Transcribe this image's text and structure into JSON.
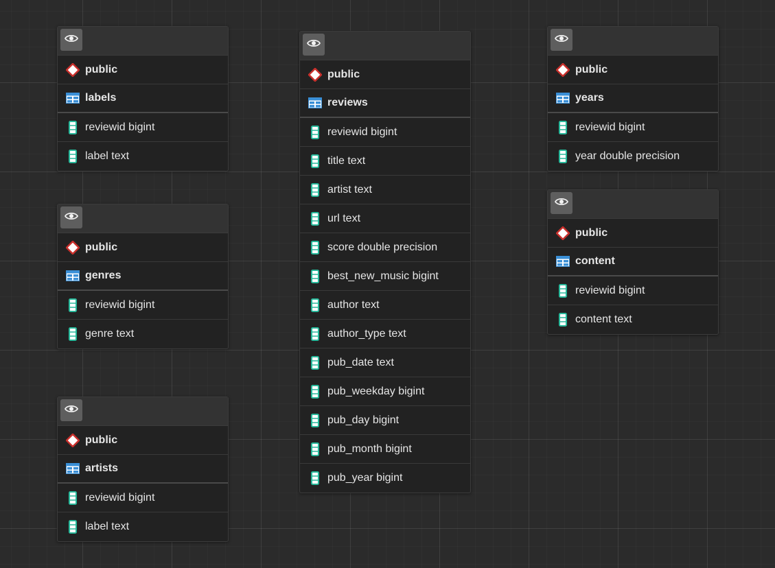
{
  "tables": {
    "labels": {
      "schema": "public",
      "name": "labels",
      "columns": [
        "reviewid bigint",
        "label text"
      ]
    },
    "genres": {
      "schema": "public",
      "name": "genres",
      "columns": [
        "reviewid bigint",
        "genre text"
      ]
    },
    "artists": {
      "schema": "public",
      "name": "artists",
      "columns": [
        "reviewid bigint",
        "label text"
      ]
    },
    "reviews": {
      "schema": "public",
      "name": "reviews",
      "columns": [
        "reviewid bigint",
        "title text",
        "artist text",
        "url text",
        "score double precision",
        "best_new_music bigint",
        "author text",
        "author_type text",
        "pub_date text",
        "pub_weekday bigint",
        "pub_day bigint",
        "pub_month bigint",
        "pub_year bigint"
      ]
    },
    "years": {
      "schema": "public",
      "name": "years",
      "columns": [
        "reviewid bigint",
        "year double precision"
      ]
    },
    "content": {
      "schema": "public",
      "name": "content",
      "columns": [
        "reviewid bigint",
        "content text"
      ]
    }
  },
  "icons": {
    "visibility": "eye-icon",
    "schema": "schema-diamond-icon",
    "table": "table-grid-icon",
    "column": "column-icon"
  },
  "colors": {
    "schema_icon": "#c9302c",
    "table_icon": "#3a8fd6",
    "column_icon": "#27b89a"
  }
}
